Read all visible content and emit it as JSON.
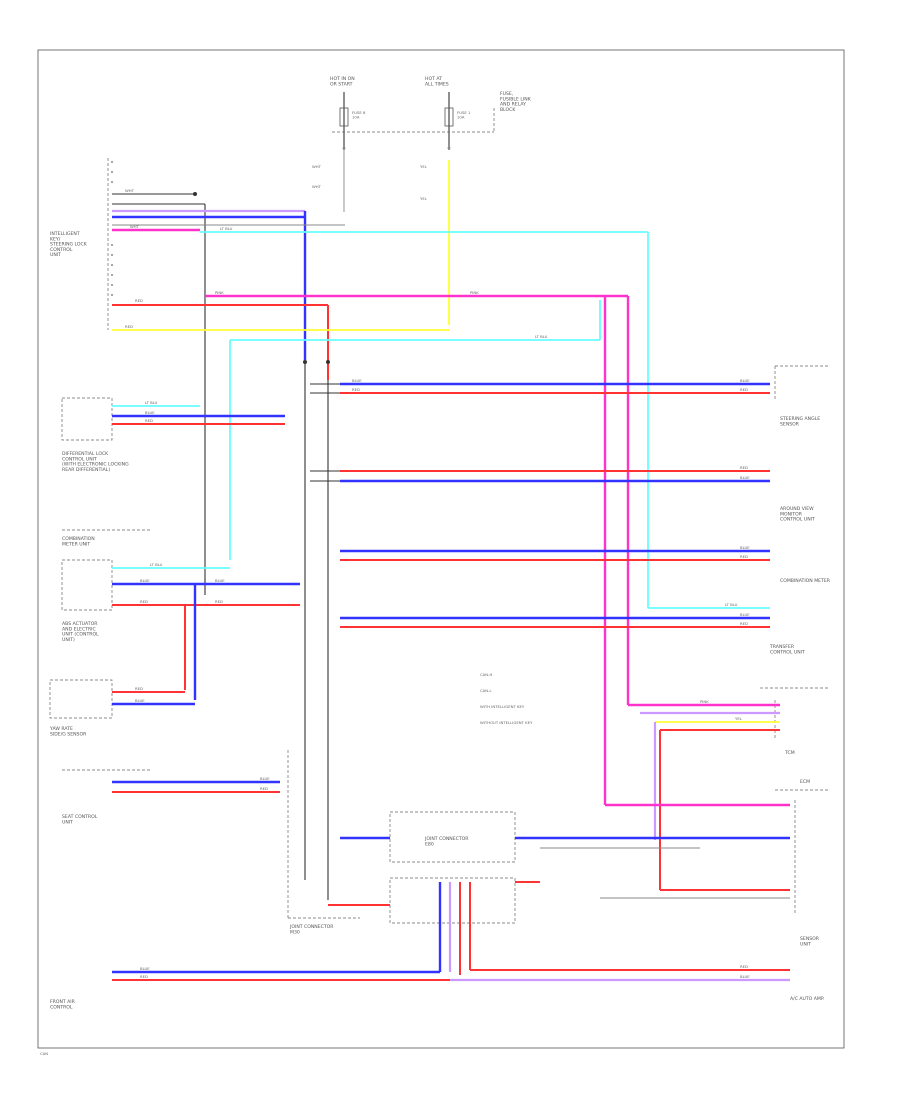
{
  "labels": {
    "footer": "CAN",
    "fuse_top_left": "HOT IN ON\nOR START",
    "fuse_top_right": "HOT AT\nALL TIMES",
    "fuse_box_note": "FUSE,\nFUSIBLE LINK\nAND RELAY\nBLOCK",
    "fuse_a": "FUSE 8\n10A",
    "fuse_b": "FUSE 1\n10A",
    "left_module": "INTELLIGENT\nKEY/\nSTEERING LOCK\nCONTROL\nUNIT",
    "diff_lock": "DIFFERENTIAL LOCK\nCONTROL UNIT\n(WITH ELECTRONIC LOCKING\nREAR DIFFERENTIAL)",
    "combination_meter_unit": "COMBINATION\nMETER UNIT",
    "abs_unit": "ABS ACTUATOR\nAND ELECTRIC\nUNIT (CONTROL\nUNIT)",
    "yaw_sensor": "YAW RATE\nSIDE/G SENSOR",
    "seat_control": "SEAT CONTROL\nUNIT",
    "steering_angle": "STEERING ANGLE\nSENSOR",
    "around_view": "AROUND VIEW\nMONITOR\nCONTROL UNIT",
    "combination_meter": "COMBINATION METER",
    "transfer_unit": "TRANSFER\nCONTROL UNIT",
    "tcm": "TCM",
    "ecm": "ECM",
    "joint_connector_1": "JOINT CONNECTOR\nE80",
    "joint_connector_2": "JOINT CONNECTOR\nM30",
    "front_air": "FRONT AIR\nCONTROL",
    "ac_auto_amp": "A/C AUTO AMP.",
    "sensor_unit": "SENSOR\nUNIT",
    "legend_1": "CAN-H",
    "legend_2": "CAN-L",
    "legend_3": "WITH INTELLIGENT KEY",
    "legend_4": "WITHOUT INTELLIGENT KEY"
  },
  "wires": {
    "pink": "PINK",
    "blue": "BLUE",
    "red": "RED",
    "lt_blue": "LT BLU",
    "yellow": "YEL",
    "white": "WHT"
  },
  "colors": {
    "pink": "#ff33cc",
    "blue": "#3333ff",
    "red": "#ff3333",
    "cyan": "#66ffff",
    "yellow": "#ffff33",
    "lavender": "#cc99ff"
  }
}
